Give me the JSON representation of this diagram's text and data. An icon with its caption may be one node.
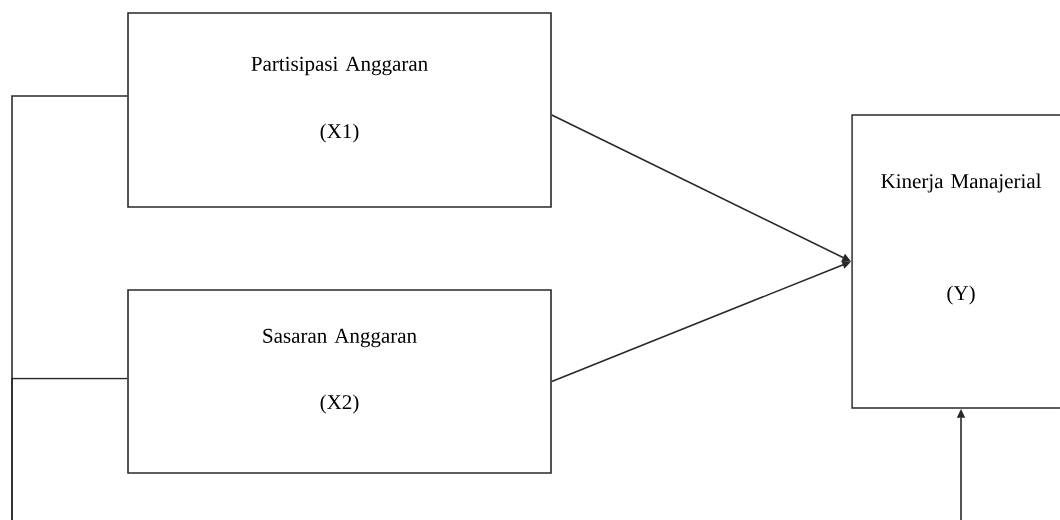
{
  "diagram": {
    "nodes": [
      {
        "text": [
          "Partisipasi Anggaran",
          "(X1)"
        ]
      },
      {
        "text": [
          "Sasaran Anggaran",
          "(X2)"
        ]
      },
      {
        "text": [
          "Kinerja Manajerial",
          "(Y)"
        ]
      }
    ],
    "edges": [
      {
        "from": 0,
        "to": 2,
        "arrow": "to"
      },
      {
        "from": 1,
        "to": 2,
        "arrow": "to"
      },
      {
        "from": null,
        "to": 2,
        "arrow": "to"
      },
      {
        "from": 0,
        "to": null,
        "arrow": "none"
      },
      {
        "from": 1,
        "to": null,
        "arrow": "none"
      }
    ]
  }
}
